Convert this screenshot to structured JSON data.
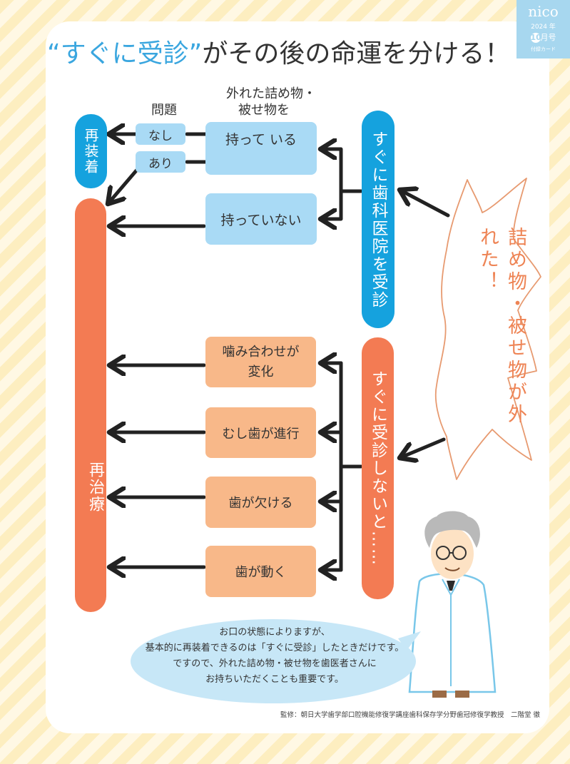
{
  "badge": {
    "logo": "nico",
    "year": "2024 年",
    "month_num": "10",
    "month_suffix": "月号",
    "card": "付録カード"
  },
  "title": {
    "accent": "“すぐに受診”",
    "rest": "がその後の命運を分ける！"
  },
  "header": {
    "problem": "問題",
    "item_line1": "外れた詰め物・",
    "item_line2": "被せ物を"
  },
  "small": {
    "nashi": "なし",
    "ari": "あり"
  },
  "blue_boxes": {
    "have": "持って いる",
    "not_have": "持っていない"
  },
  "peach_boxes": {
    "bite_l1": "噛み合わせが",
    "bite_l2": "変化",
    "decay": "むし歯が進行",
    "chip": "歯が欠ける",
    "move": "歯が動く"
  },
  "pills": {
    "reattach": "再装着",
    "retreat": "再治療",
    "visit_now": "すぐに歯科医院を受診",
    "no_visit": "すぐに受診しないと……"
  },
  "burst": "詰め物・被せ物が外れた！",
  "speech": {
    "line1": "お口の状態によりますが、",
    "line2": "基本的に再装着できるのは「すぐに受診」したときだけです。",
    "line3": "ですので、外れた詰め物・被せ物を歯医者さんに",
    "line4": "お持ちいただくことも重要です。"
  },
  "credit": "監修：朝日大学歯学部口腔機能修復学講座歯科保存学分野歯冠修復学教授　二階堂 徹",
  "colors": {
    "blue": "#15a2de",
    "orange": "#f37b53",
    "light_blue": "#a9daf5",
    "peach": "#f8b889",
    "accent": "#3aa6df"
  }
}
